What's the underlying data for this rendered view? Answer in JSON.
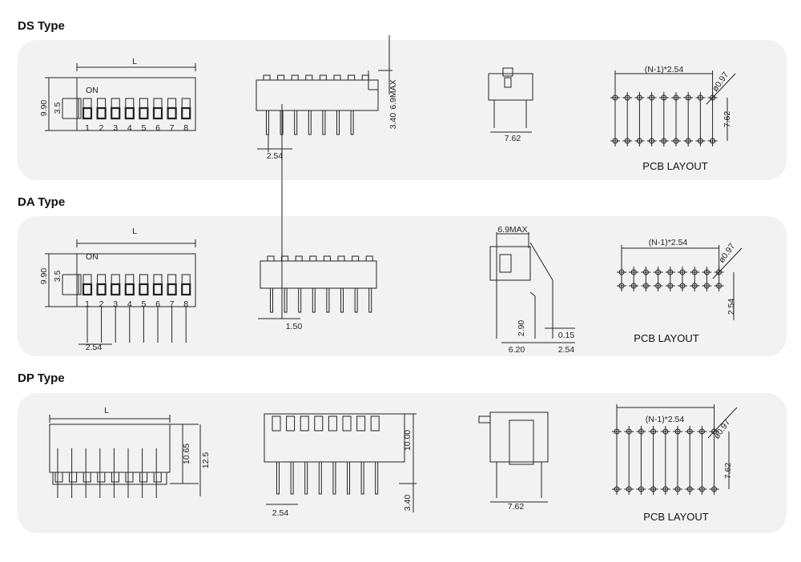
{
  "sections": [
    {
      "title": "DS Type",
      "top_view": {
        "length_label": "L",
        "on_label": "ON",
        "height_dim": "9.90",
        "switch_dim": "3.5",
        "switch_numbers": [
          "1",
          "2",
          "3",
          "4",
          "5",
          "6",
          "7",
          "8"
        ]
      },
      "side_view": {
        "height_dim": "6.9MAX",
        "pin_dim": "3.40",
        "pitch_dim": "2.54"
      },
      "end_view": {
        "width_dim": "7.62"
      },
      "pcb": {
        "span_dim": "(N-1)*2.54",
        "hole_dim": "ø0.97",
        "row_dim": "7.62",
        "label": "PCB LAYOUT"
      }
    },
    {
      "title": "DA Type",
      "top_view": {
        "length_label": "L",
        "on_label": "ON",
        "height_dim": "9.90",
        "switch_dim": "3.5",
        "switch_numbers": [
          "1",
          "2",
          "3",
          "4",
          "5",
          "6",
          "7",
          "8"
        ],
        "pitch_dim": "2.54"
      },
      "side_view": {
        "pin_dim": "1.50"
      },
      "end_view": {
        "height_dim": "6.9MAX",
        "pin_height_dim": "2.90",
        "offset_dim": "0.15",
        "width_dim": "6.20",
        "pitch_dim": "2.54"
      },
      "pcb": {
        "span_dim": "(N-1)*2.54",
        "hole_dim": "ø0.97",
        "row_dim": "2.54",
        "label": "PCB LAYOUT"
      }
    },
    {
      "title": "DP Type",
      "top_view": {
        "length_label": "L",
        "depth_dim": "10.65",
        "height_dim": "12.5"
      },
      "side_view": {
        "height_dim": "10.00",
        "pin_dim": "3.40",
        "pitch_dim": "2.54"
      },
      "end_view": {
        "width_dim": "7.62"
      },
      "pcb": {
        "span_dim": "(N-1)*2.54",
        "hole_dim": "ø0.97",
        "row_dim": "7.62",
        "label": "PCB LAYOUT"
      }
    }
  ]
}
